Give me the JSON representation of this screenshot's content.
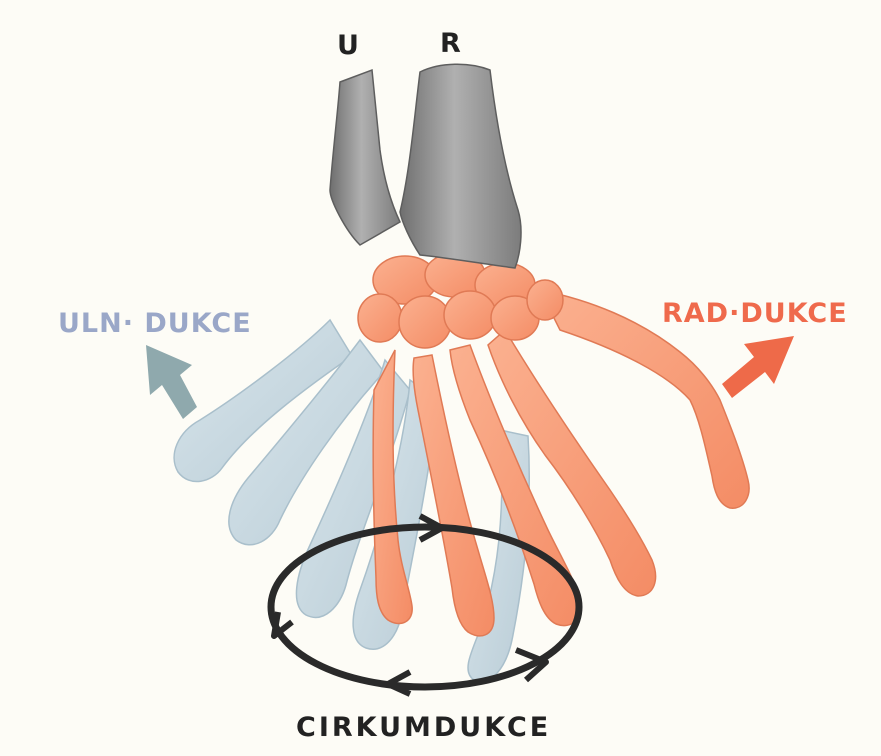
{
  "labels": {
    "ulna": "U",
    "radius": "R",
    "ulnar_deviation": "ULN· DUKCE",
    "radial_deviation": "RAD·DUKCE",
    "circumduction": "CIRKUMDUKCE"
  },
  "colors": {
    "forearm_bone": "#8e8e8e",
    "carpal_bone": "#f6926c",
    "radial_position": "#f79a74",
    "ulnar_position": "#c4d6df",
    "ulnar_label": "#9aa7c8",
    "radial_label": "#ef6a4c",
    "ulnar_arrow": "#8fa9ad",
    "radial_arrow": "#ee6a49",
    "circumduction_ring": "#2a2a2a"
  },
  "icons": {
    "ulnar_arrow": "arrow-up-left-icon",
    "radial_arrow": "arrow-up-right-icon"
  }
}
